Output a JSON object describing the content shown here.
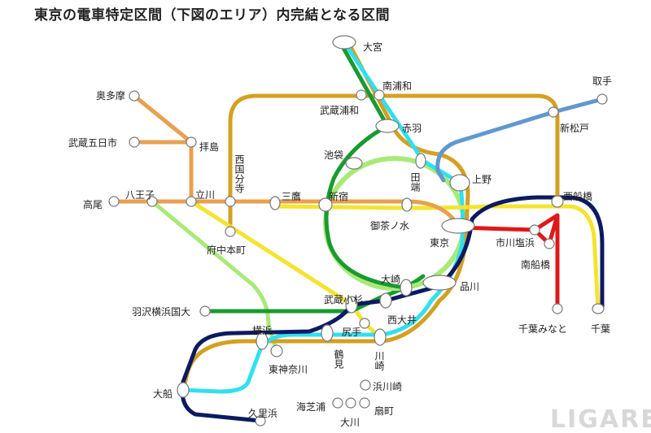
{
  "title": "東京の電車特定区間（下図のエリア）内完結となる区間",
  "watermark": "LIGARE",
  "colors": {
    "chuo_orange": "#e8a050",
    "chuo_sobu_yellow": "#f4e430",
    "musashino_gold": "#d4a020",
    "keihin_tohoku_cyan": "#30e0f0",
    "saikyo_green": "#1a9a30",
    "yamanote_lightgreen": "#a8ea78",
    "yokosuka_navy": "#0c1a60",
    "keiyo_red": "#e01818",
    "joban_blue": "#6098d0"
  },
  "stations": {
    "omiya": "大宮",
    "minami_urawa": "南浦和",
    "musashi_urawa": "武蔵浦和",
    "akabane": "赤羽",
    "toride": "取手",
    "shin_matsudo": "新松戸",
    "okutama": "奥多摩",
    "musashi_itsukaichi": "武蔵五日市",
    "haijima": "拝島",
    "nishi_kokubunji": "西国分寺",
    "ikebukuro": "池袋",
    "tabata": "田端",
    "ueno": "上野",
    "hachioji": "八王子",
    "takao": "高尾",
    "tachikawa": "立川",
    "mitaka": "三鷹",
    "shinjuku": "新宿",
    "ochanomizu": "御茶ノ水",
    "nishi_funabashi": "西船橋",
    "tokyo": "東京",
    "ichikawa_shiohama": "市川塩浜",
    "fuchu_hommachi": "府中本町",
    "minami_funabashi": "南船橋",
    "osaki": "大崎",
    "shinagawa": "品川",
    "musashi_kosugi": "武蔵小杉",
    "hazawa": "羽沢横浜国大",
    "nishi_oi": "西大井",
    "chiba_minato": "千葉みなと",
    "chiba": "千葉",
    "yokohama": "横浜",
    "shitte": "尻手",
    "tsurumi": "鶴見",
    "kawasaki": "川崎",
    "higashi_kanagawa": "東神奈川",
    "hama_kawasaki": "浜川崎",
    "ofuna": "大船",
    "umi_shibaura": "海芝浦",
    "okawa": "大川",
    "ogimachi": "扇町",
    "kurihama": "久里浜"
  }
}
